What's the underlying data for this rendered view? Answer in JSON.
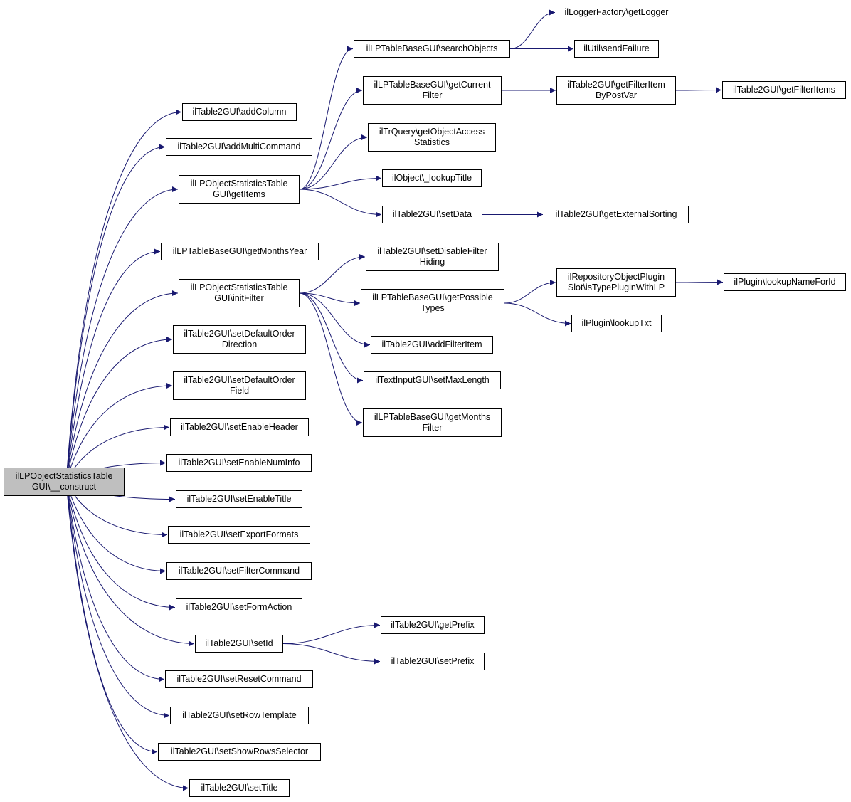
{
  "graph": {
    "root": "n_root",
    "nodes": [
      {
        "id": "n_root",
        "label": "ilLPObjectStatisticsTable\nGUI\\__construct",
        "root": true
      },
      {
        "id": "n_addColumn",
        "label": "ilTable2GUI\\addColumn"
      },
      {
        "id": "n_addMultiCommand",
        "label": "ilTable2GUI\\addMultiCommand"
      },
      {
        "id": "n_getItems",
        "label": "ilLPObjectStatisticsTable\nGUI\\getItems"
      },
      {
        "id": "n_getMonthsYear",
        "label": "ilLPTableBaseGUI\\getMonthsYear"
      },
      {
        "id": "n_initFilter",
        "label": "ilLPObjectStatisticsTable\nGUI\\initFilter"
      },
      {
        "id": "n_setDefaultOrderDirection",
        "label": "ilTable2GUI\\setDefaultOrder\nDirection"
      },
      {
        "id": "n_setDefaultOrderField",
        "label": "ilTable2GUI\\setDefaultOrder\nField"
      },
      {
        "id": "n_setEnableHeader",
        "label": "ilTable2GUI\\setEnableHeader"
      },
      {
        "id": "n_setEnableNumInfo",
        "label": "ilTable2GUI\\setEnableNumInfo"
      },
      {
        "id": "n_setEnableTitle",
        "label": "ilTable2GUI\\setEnableTitle"
      },
      {
        "id": "n_setExportFormats",
        "label": "ilTable2GUI\\setExportFormats"
      },
      {
        "id": "n_setFilterCommand",
        "label": "ilTable2GUI\\setFilterCommand"
      },
      {
        "id": "n_setFormAction",
        "label": "ilTable2GUI\\setFormAction"
      },
      {
        "id": "n_setId",
        "label": "ilTable2GUI\\setId"
      },
      {
        "id": "n_setResetCommand",
        "label": "ilTable2GUI\\setResetCommand"
      },
      {
        "id": "n_setRowTemplate",
        "label": "ilTable2GUI\\setRowTemplate"
      },
      {
        "id": "n_setShowRowsSelector",
        "label": "ilTable2GUI\\setShowRowsSelector"
      },
      {
        "id": "n_setTitle",
        "label": "ilTable2GUI\\setTitle"
      },
      {
        "id": "n_searchObjects",
        "label": "ilLPTableBaseGUI\\searchObjects"
      },
      {
        "id": "n_getCurrentFilter",
        "label": "ilLPTableBaseGUI\\getCurrent\nFilter"
      },
      {
        "id": "n_getObjectAccessStatistics",
        "label": "ilTrQuery\\getObjectAccess\nStatistics"
      },
      {
        "id": "n_lookupTitle",
        "label": "ilObject\\_lookupTitle"
      },
      {
        "id": "n_setData",
        "label": "ilTable2GUI\\setData"
      },
      {
        "id": "n_getLogger",
        "label": "ilLoggerFactory\\getLogger"
      },
      {
        "id": "n_sendFailure",
        "label": "ilUtil\\sendFailure"
      },
      {
        "id": "n_getFilterItemByPostVar",
        "label": "ilTable2GUI\\getFilterItem\nByPostVar"
      },
      {
        "id": "n_getFilterItems",
        "label": "ilTable2GUI\\getFilterItems"
      },
      {
        "id": "n_getExternalSorting",
        "label": "ilTable2GUI\\getExternalSorting"
      },
      {
        "id": "n_setDisableFilterHiding",
        "label": "ilTable2GUI\\setDisableFilter\nHiding"
      },
      {
        "id": "n_getPossibleTypes",
        "label": "ilLPTableBaseGUI\\getPossible\nTypes"
      },
      {
        "id": "n_addFilterItem",
        "label": "ilTable2GUI\\addFilterItem"
      },
      {
        "id": "n_setMaxLength",
        "label": "ilTextInputGUI\\setMaxLength"
      },
      {
        "id": "n_getMonthsFilter",
        "label": "ilLPTableBaseGUI\\getMonths\nFilter"
      },
      {
        "id": "n_isTypePluginWithLP",
        "label": "ilRepositoryObjectPlugin\nSlot\\isTypePluginWithLP"
      },
      {
        "id": "n_lookupNameForId",
        "label": "ilPlugin\\lookupNameForId"
      },
      {
        "id": "n_lookupTxt",
        "label": "ilPlugin\\lookupTxt"
      },
      {
        "id": "n_getPrefix",
        "label": "ilTable2GUI\\getPrefix"
      },
      {
        "id": "n_setPrefix",
        "label": "ilTable2GUI\\setPrefix"
      }
    ],
    "edges": [
      [
        "n_root",
        "n_addColumn"
      ],
      [
        "n_root",
        "n_addMultiCommand"
      ],
      [
        "n_root",
        "n_getItems"
      ],
      [
        "n_root",
        "n_getMonthsYear"
      ],
      [
        "n_root",
        "n_initFilter"
      ],
      [
        "n_root",
        "n_setDefaultOrderDirection"
      ],
      [
        "n_root",
        "n_setDefaultOrderField"
      ],
      [
        "n_root",
        "n_setEnableHeader"
      ],
      [
        "n_root",
        "n_setEnableNumInfo"
      ],
      [
        "n_root",
        "n_setEnableTitle"
      ],
      [
        "n_root",
        "n_setExportFormats"
      ],
      [
        "n_root",
        "n_setFilterCommand"
      ],
      [
        "n_root",
        "n_setFormAction"
      ],
      [
        "n_root",
        "n_setId"
      ],
      [
        "n_root",
        "n_setResetCommand"
      ],
      [
        "n_root",
        "n_setRowTemplate"
      ],
      [
        "n_root",
        "n_setShowRowsSelector"
      ],
      [
        "n_root",
        "n_setTitle"
      ],
      [
        "n_getItems",
        "n_searchObjects"
      ],
      [
        "n_getItems",
        "n_getCurrentFilter"
      ],
      [
        "n_getItems",
        "n_getObjectAccessStatistics"
      ],
      [
        "n_getItems",
        "n_lookupTitle"
      ],
      [
        "n_getItems",
        "n_setData"
      ],
      [
        "n_searchObjects",
        "n_getLogger"
      ],
      [
        "n_searchObjects",
        "n_sendFailure"
      ],
      [
        "n_getCurrentFilter",
        "n_getFilterItemByPostVar"
      ],
      [
        "n_getFilterItemByPostVar",
        "n_getFilterItems"
      ],
      [
        "n_setData",
        "n_getExternalSorting"
      ],
      [
        "n_initFilter",
        "n_setDisableFilterHiding"
      ],
      [
        "n_initFilter",
        "n_getPossibleTypes"
      ],
      [
        "n_initFilter",
        "n_addFilterItem"
      ],
      [
        "n_initFilter",
        "n_setMaxLength"
      ],
      [
        "n_initFilter",
        "n_getMonthsFilter"
      ],
      [
        "n_getPossibleTypes",
        "n_isTypePluginWithLP"
      ],
      [
        "n_getPossibleTypes",
        "n_lookupTxt"
      ],
      [
        "n_isTypePluginWithLP",
        "n_lookupNameForId"
      ],
      [
        "n_setId",
        "n_getPrefix"
      ],
      [
        "n_setId",
        "n_setPrefix"
      ]
    ],
    "colors": {
      "edge": "#191970",
      "node_border": "#000000",
      "node_fill": "#ffffff",
      "root_fill": "#bfbfbf"
    }
  }
}
